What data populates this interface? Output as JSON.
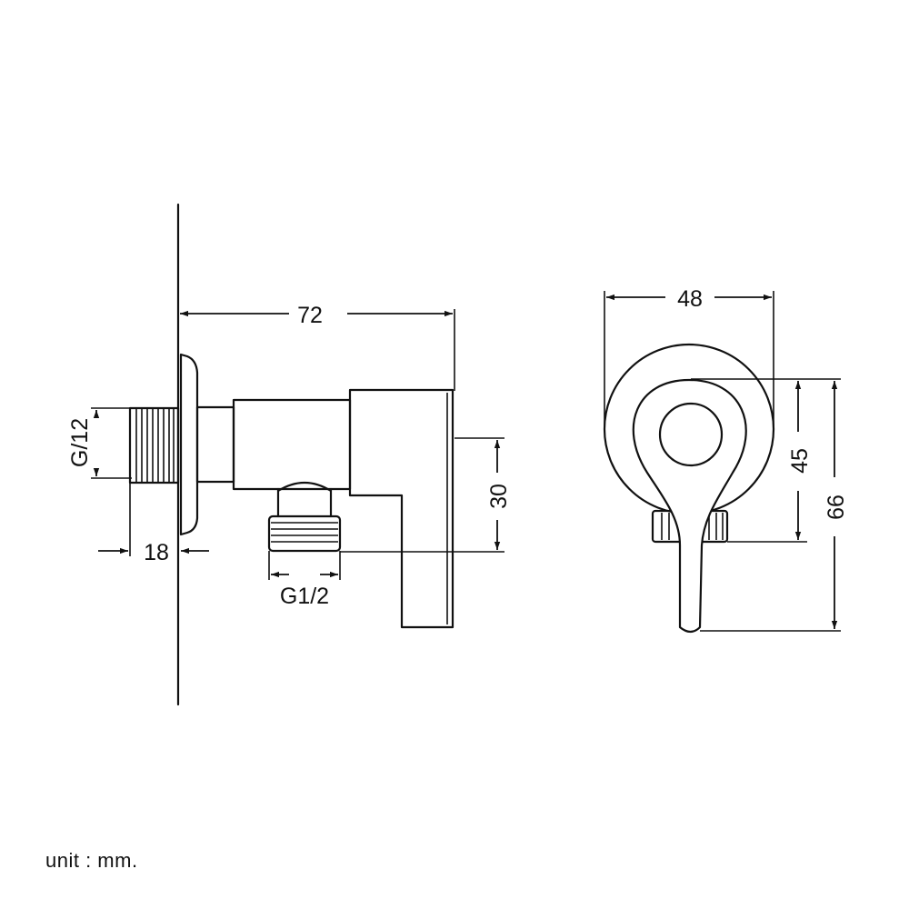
{
  "dimensions": {
    "length_overall": "72",
    "inlet_thread": "G/12",
    "flange_depth": "18",
    "outlet_thread": "G1/2",
    "outlet_height": "30",
    "width": "48",
    "outlet_center_height": "45",
    "total_height": "66"
  },
  "unit_note": "unit : mm.",
  "colors": {
    "line": "#111111",
    "background": "#ffffff"
  }
}
